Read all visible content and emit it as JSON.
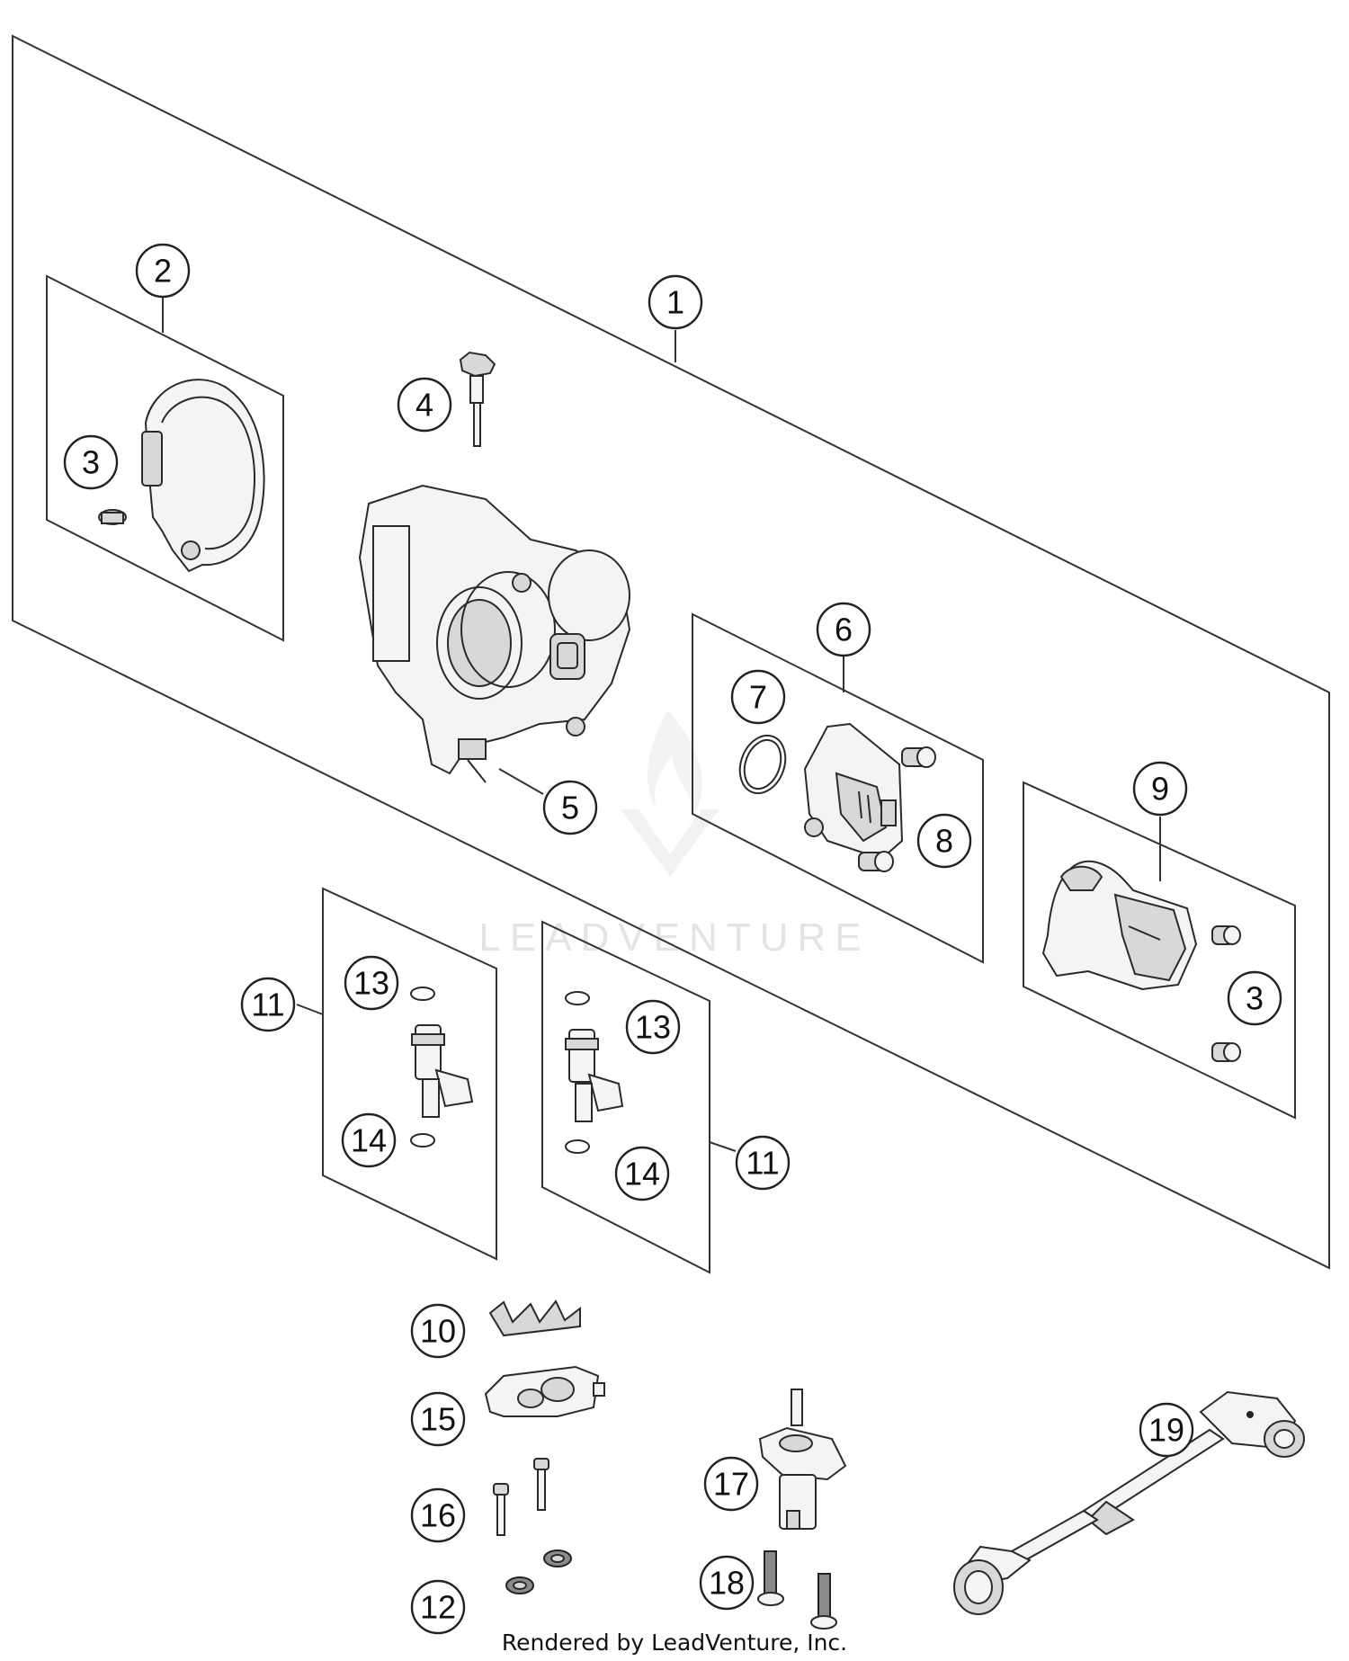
{
  "diagram": {
    "watermark_text": "LEADVENTURE",
    "footer": "Rendered by LeadVenture, Inc."
  },
  "callouts": {
    "c1": "1",
    "c2": "2",
    "c3a": "3",
    "c3b": "3",
    "c4": "4",
    "c5": "5",
    "c6": "6",
    "c7": "7",
    "c8": "8",
    "c9": "9",
    "c10": "10",
    "c11a": "11",
    "c11b": "11",
    "c12": "12",
    "c13a": "13",
    "c13b": "13",
    "c14a": "14",
    "c14b": "14",
    "c15": "15",
    "c16": "16",
    "c17": "17",
    "c18": "18",
    "c19": "19"
  },
  "colors": {
    "line": "#333333",
    "part_fill": "#f4f4f4",
    "watermark": "#e4e4e4"
  },
  "icons": [
    "flame-logo-watermark"
  ]
}
